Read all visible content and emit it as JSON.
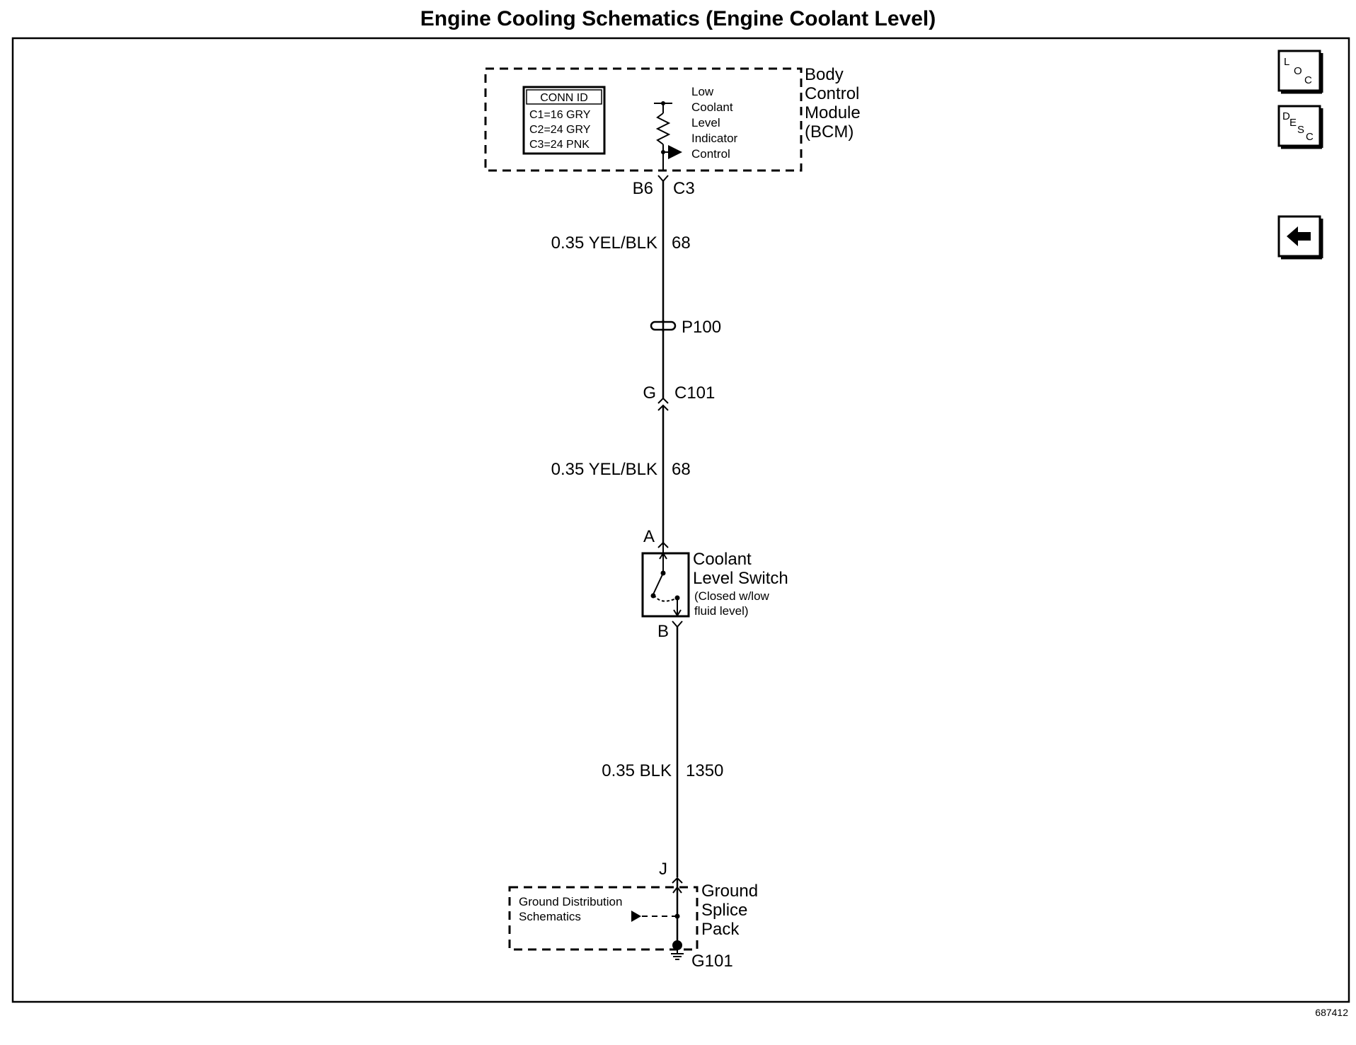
{
  "title": "Engine Cooling Schematics (Engine Coolant Level)",
  "bcm": {
    "name_lines": [
      "Body",
      "Control",
      "Module",
      "(BCM)"
    ],
    "conn_id_header": "CONN ID",
    "conn_ids": [
      "C1=16 GRY",
      "C2=24 GRY",
      "C3=24 PNK"
    ],
    "circuit_label_lines": [
      "Low",
      "Coolant",
      "Level",
      "Indicator",
      "Control"
    ],
    "pin": "B6",
    "connector": "C3"
  },
  "wires": [
    {
      "gauge_color": "0.35 YEL/BLK",
      "circuit": "68"
    },
    {
      "gauge_color": "0.35 YEL/BLK",
      "circuit": "68"
    },
    {
      "gauge_color": "0.35 BLK",
      "circuit": "1350"
    }
  ],
  "pass_through": "P100",
  "inline_connector": {
    "pin": "G",
    "name": "C101"
  },
  "switch": {
    "pin_top": "A",
    "pin_bottom": "B",
    "name_lines": [
      "Coolant",
      "Level Switch"
    ],
    "note_lines": [
      "(Closed w/low",
      "fluid level)"
    ]
  },
  "ground_splice": {
    "pin": "J",
    "name_lines": [
      "Ground",
      "Splice",
      "Pack"
    ],
    "reference_lines": [
      "Ground Distribution",
      "Schematics"
    ],
    "ground": "G101"
  },
  "nav": {
    "loc": [
      "L",
      "O",
      "C"
    ],
    "desc": [
      "D",
      "E",
      "S",
      "C"
    ],
    "back_icon": "left-arrow-icon"
  },
  "figure_id": "687412"
}
